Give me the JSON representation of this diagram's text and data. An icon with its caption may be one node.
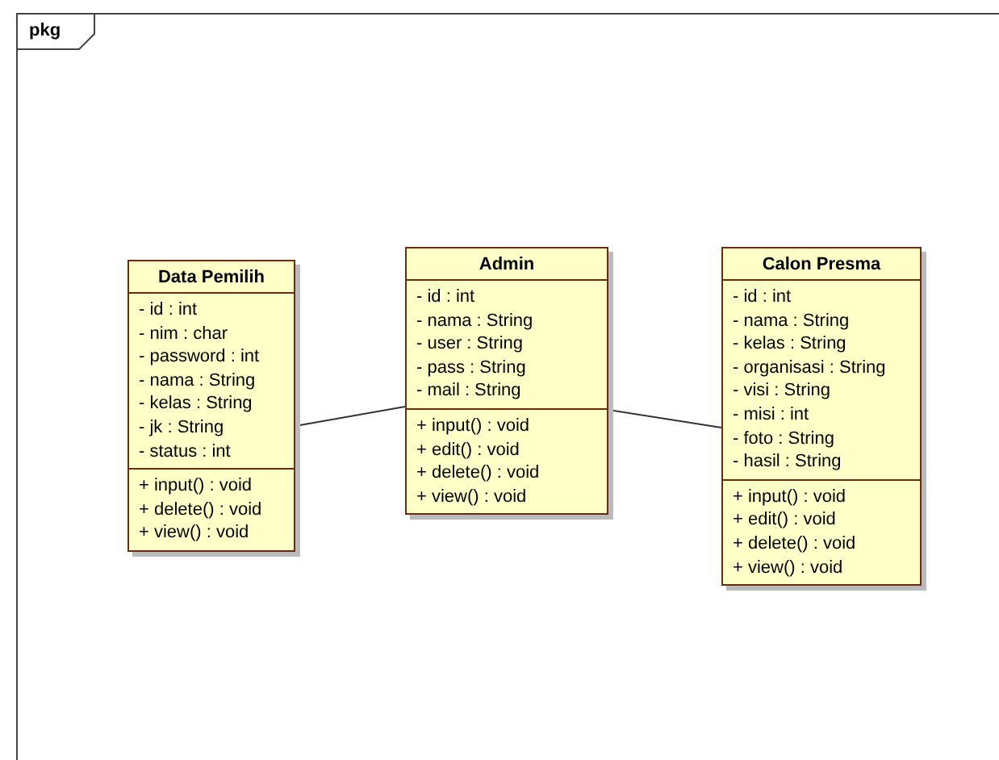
{
  "diagram": {
    "nodes": [
      {
        "text": [
          "pkg"
        ]
      },
      {
        "text": [
          "Data Pemilih",
          "- id : int",
          "- nim : char",
          "- password : int",
          "- nama : String",
          "- kelas : String",
          "- jk : String",
          "- status : int",
          "+ input() : void",
          "+ delete() : void",
          "+ view() : void"
        ],
        "in": 0
      },
      {
        "text": [
          "Admin",
          "- id : int",
          "- nama : String",
          "- user : String",
          "- pass : String",
          "- mail : String",
          "+ input() : void",
          "+ edit() : void",
          "+ delete() : void",
          "+ view() : void"
        ],
        "in": 0
      },
      {
        "text": [
          "Calon Presma",
          "- id : int",
          "- nama : String",
          "- kelas : String",
          "- organisasi : String",
          "- visi : String",
          "- misi : int",
          "- foto : String",
          "- hasil : String",
          "+ input() : void",
          "+ edit() : void",
          "+ delete() : void",
          "+ view() : void"
        ],
        "in": 0
      }
    ],
    "edges": [
      {
        "from": 1,
        "to": 2,
        "arrow": "none"
      },
      {
        "from": 2,
        "to": 3,
        "arrow": "none"
      }
    ]
  }
}
